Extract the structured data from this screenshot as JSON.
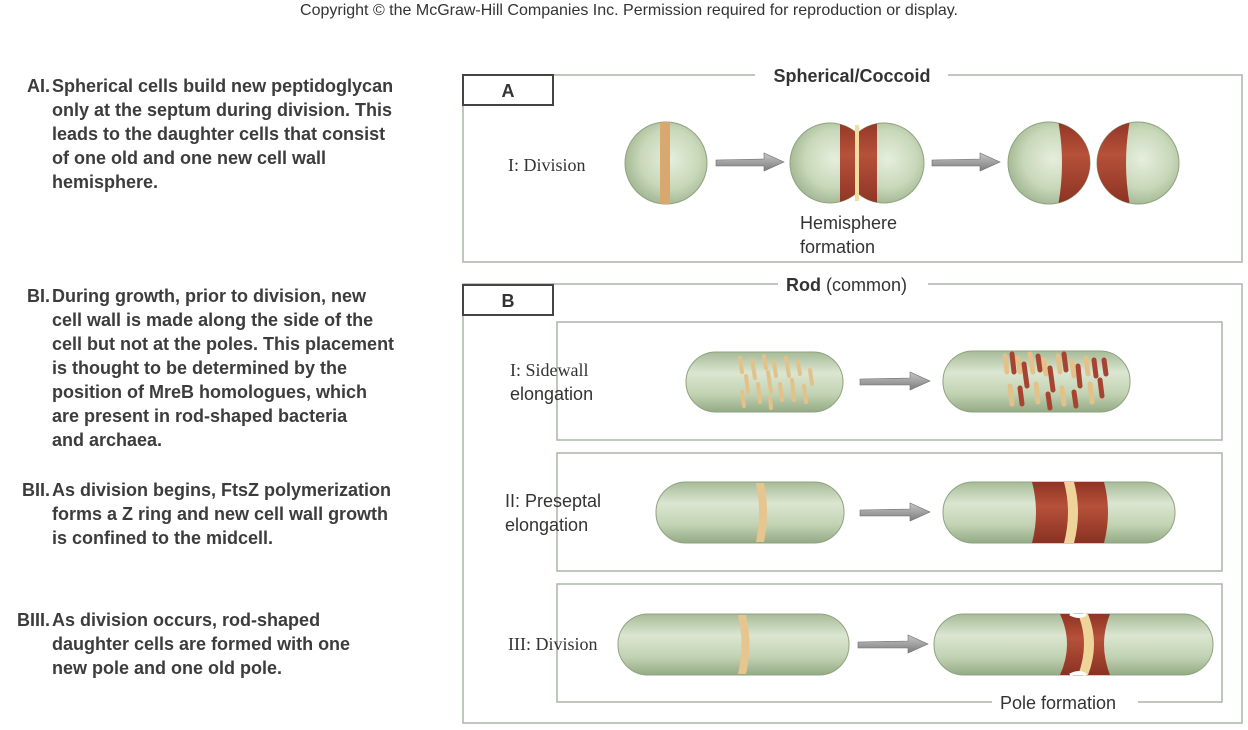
{
  "copyright": "Copyright © the McGraw-Hill Companies Inc. Permission required for reproduction or display.",
  "descriptions": [
    {
      "tag": "AI.",
      "lines": [
        "Spherical cells build new peptidoglycan",
        "only at the septum during division. This",
        "leads to the daughter cells that consist",
        "of one old and one new cell wall",
        "hemisphere."
      ]
    },
    {
      "tag": "BI.",
      "lines": [
        "During growth, prior to division, new",
        "cell wall is made along the side of the",
        "cell but not at the poles. This placement",
        "is thought to be determined by the",
        "position of MreB homologues, which",
        "are present in rod-shaped bacteria",
        "and archaea."
      ]
    },
    {
      "tag": "BII.",
      "lines": [
        "As division begins, FtsZ polymerization",
        "forms a Z ring and new cell wall growth",
        "is confined to the midcell."
      ]
    },
    {
      "tag": "BIII.",
      "lines": [
        "As division occurs, rod-shaped",
        "daughter cells are formed with one",
        "new pole and one old pole."
      ]
    }
  ],
  "panelA": {
    "box_label": "A",
    "title": "Spherical/Coccoid",
    "row_label": "I: Division",
    "caption_line1": "Hemisphere",
    "caption_line2": "formation"
  },
  "panelB": {
    "box_label": "B",
    "title_bold": "Rod",
    "title_rest": " (common)",
    "rows": [
      {
        "label_line1": "I: Sidewall",
        "label_line2": "elongation"
      },
      {
        "label_line1": "II: Preseptal",
        "label_line2": "elongation"
      },
      {
        "label_line1": "III: Division",
        "label_line2": ""
      }
    ],
    "caption": "Pole formation"
  },
  "colors": {
    "cell_green": "#c3d4b4",
    "new_wall": "#a84231",
    "septum": "#e9c98c",
    "frame": "#a9b6a5",
    "arrow": "#8f8f8f"
  }
}
